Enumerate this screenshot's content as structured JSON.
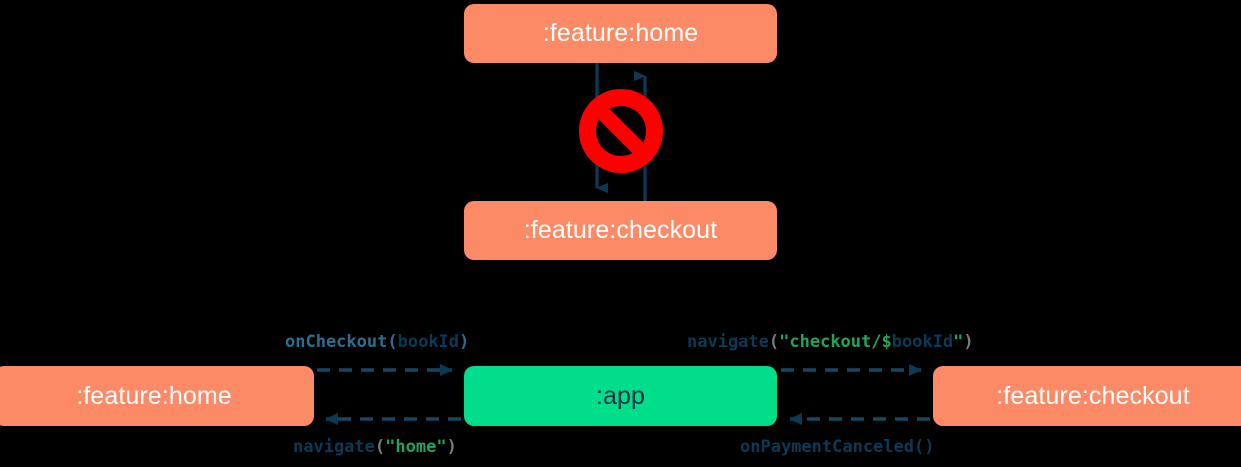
{
  "diagram": {
    "title": "module navigation diagram",
    "colors": {
      "feature_module": "#FC8A66",
      "app_module": "#00DE8B",
      "arrow": "#0B3A56",
      "forbidden": "#FF0000",
      "background": "#000000",
      "string_literal": "#25A35A",
      "paren": "#7A7A7A"
    },
    "top_section": {
      "nodes": [
        {
          "id": "home-top",
          "label": ":feature:home",
          "type": "feature"
        },
        {
          "id": "checkout-top",
          "label": ":feature:checkout",
          "type": "feature"
        }
      ],
      "edges": [
        {
          "id": "home-to-checkout",
          "direction": "down",
          "style": "solid"
        },
        {
          "id": "checkout-to-home",
          "direction": "up",
          "style": "solid"
        }
      ],
      "badge": {
        "name": "forbidden-icon",
        "meaning": "not allowed"
      }
    },
    "bottom_section": {
      "nodes": [
        {
          "id": "home-bottom",
          "label": ":feature:home",
          "type": "feature"
        },
        {
          "id": "app",
          "label": ":app",
          "type": "app"
        },
        {
          "id": "checkout-bottom",
          "label": ":feature:checkout",
          "type": "feature"
        }
      ],
      "edges": [
        {
          "id": "home-to-app",
          "direction": "right",
          "style": "dashed",
          "label": {
            "fn": "onCheckout",
            "open": "(",
            "arg": "bookId",
            "close": ")"
          }
        },
        {
          "id": "app-to-checkout",
          "direction": "right",
          "style": "dashed",
          "label": {
            "fn": "navigate",
            "open": "(",
            "str_open": "\"checkout/",
            "dollar": "$",
            "var": "bookId",
            "str_close": "\"",
            "close": ")"
          }
        },
        {
          "id": "app-to-home",
          "direction": "left",
          "style": "dashed",
          "label": {
            "fn": "navigate",
            "open": "(",
            "str": "\"home\"",
            "close": ")"
          }
        },
        {
          "id": "checkout-to-app",
          "direction": "left",
          "style": "dashed",
          "label": {
            "fn": "onPaymentCanceled()"
          }
        }
      ]
    }
  }
}
